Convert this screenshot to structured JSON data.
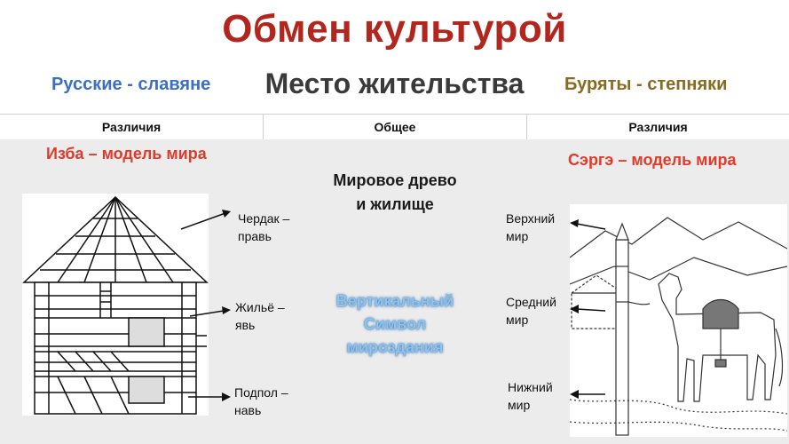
{
  "title": "Обмен культурой",
  "header": {
    "left": "Русские - славяне",
    "center": "Место жительства",
    "right": "Буряты - степняки"
  },
  "table": {
    "columns": [
      "Различия",
      "Общее",
      "Различия"
    ]
  },
  "left": {
    "model_label": "Изба – модель мира",
    "levels": [
      {
        "line1": "Чердак –",
        "line2": "правь"
      },
      {
        "line1": "Жильё –",
        "line2": "явь"
      },
      {
        "line1": "Подпол –",
        "line2": "навь"
      }
    ]
  },
  "middle": {
    "question_line1": "Мировое древо",
    "question_line2": "и жилище",
    "symbol_line1": "Вертикальный",
    "symbol_line2": "Символ",
    "symbol_line3": "мироздания"
  },
  "right": {
    "model_label": "Сэргэ – модель мира",
    "levels": [
      {
        "line1": "Верхний",
        "line2": "мир"
      },
      {
        "line1": "Средний",
        "line2": "мир"
      },
      {
        "line1": "Нижний",
        "line2": "мир"
      }
    ]
  },
  "colors": {
    "title": "#b3261e",
    "russians": "#3a6fc4",
    "buryats": "#8a6a1f",
    "model_labels": "#e03a2a",
    "symbol_text": "#8ec3ec"
  }
}
